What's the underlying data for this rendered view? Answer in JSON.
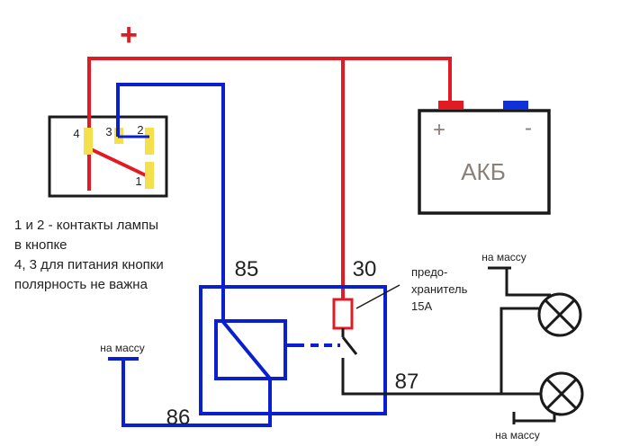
{
  "colors": {
    "positive_wire": "#e01b24",
    "control_wire": "#0a1fd0",
    "load_wire": "#1a1a1a",
    "contact_pad": "#f4e04d",
    "negative_terminal": "#1030d8",
    "battery_text": "#8a7f79"
  },
  "plus_sign": "+",
  "battery": {
    "plus": "+",
    "minus": "-",
    "label": "АКБ"
  },
  "button": {
    "pin_4": "4",
    "pin_3": "3",
    "pin_2": "2",
    "pin_1": "1"
  },
  "relay": {
    "pin_85": "85",
    "pin_30": "30",
    "pin_86": "86",
    "pin_87": "87"
  },
  "fuse": {
    "line1": "предо-",
    "line2": "хранитель",
    "line3": "15А"
  },
  "ground_labels": {
    "relay_ground": "на массу",
    "lamp_top_ground": "на массу",
    "lamp_bottom_ground": "на массу"
  },
  "notes": [
    "1 и 2 - контакты лампы",
    "в кнопке",
    "4, 3 для питания кнопки",
    "полярность не важна"
  ]
}
